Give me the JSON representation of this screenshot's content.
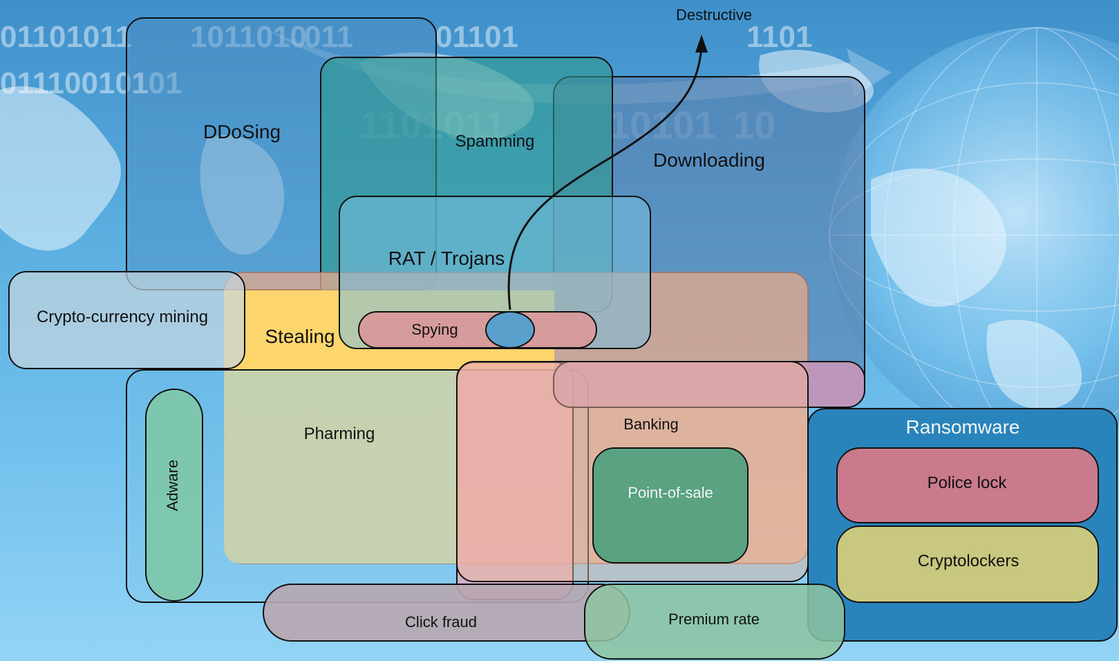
{
  "background": {
    "binary_texts": [
      "01101011",
      "1011010",
      "011",
      "01101",
      "011100101",
      "101",
      "1101011",
      "10101",
      "10",
      "1101"
    ]
  },
  "colors": {
    "ddosing": "#4e8ec0",
    "spamming": "#2e9a8e",
    "downloading": "#5a7aa8",
    "rat_trojans": "#6ab5d6",
    "stealing": "#ffd86a",
    "pharming": "#d4d8a8",
    "banking": "#f4b898",
    "spying": "#d89a9a",
    "crypto_mining": "#a9c4d6",
    "adware": "#7ec8a8",
    "point_of_sale": "#5aa282",
    "ransomware": "#2a84bc",
    "police_lock": "#c97a8c",
    "cryptolockers": "#c8c880",
    "click_fraud": "#b8a6b0",
    "premium_rate": "#8ec4a0",
    "pink_overlap": "#e8a8b8",
    "spy_dot": "#5aa0cc"
  },
  "labels": {
    "destructive": "Destructive",
    "ddosing": "DDoSing",
    "spamming": "Spamming",
    "downloading": "Downloading",
    "rat_trojans": "RAT / Trojans",
    "crypto_mining": "Crypto-currency mining",
    "stealing": "Stealing",
    "spying": "Spying",
    "pharming": "Pharming",
    "banking": "Banking",
    "adware": "Adware",
    "point_of_sale": "Point-of-sale",
    "ransomware": "Ransomware",
    "police_lock": "Police lock",
    "cryptolockers": "Cryptolockers",
    "click_fraud": "Click fraud",
    "premium_rate": "Premium rate"
  }
}
